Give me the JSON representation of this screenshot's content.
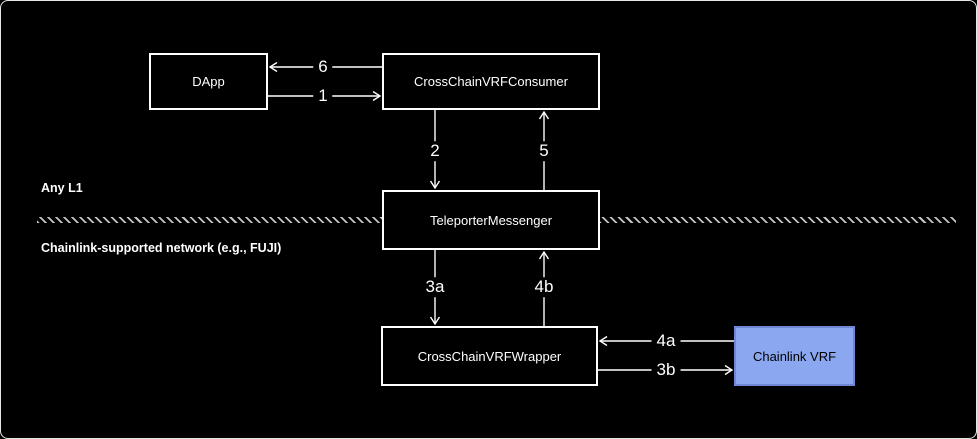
{
  "diagram": {
    "type": "flow-diagram",
    "background_color": "#000000",
    "line_color": "#ffffff",
    "accent_fill_color": "#8aa7f0",
    "nodes": [
      {
        "id": "dapp",
        "label": "DApp"
      },
      {
        "id": "consumer",
        "label": "CrossChainVRFConsumer"
      },
      {
        "id": "teleporter",
        "label": "TeleporterMessenger"
      },
      {
        "id": "wrapper",
        "label": "CrossChainVRFWrapper"
      },
      {
        "id": "chainlink-vrf",
        "label": "Chainlink VRF",
        "fill": "#8aa7f0"
      }
    ],
    "regions": [
      {
        "id": "top",
        "label": "Any L1"
      },
      {
        "id": "bottom",
        "label": "Chainlink-supported network (e.g., FUJI)"
      }
    ],
    "edges": [
      {
        "label": "6",
        "from": "CrossChainVRFConsumer",
        "to": "DApp",
        "direction": "left"
      },
      {
        "label": "1",
        "from": "DApp",
        "to": "CrossChainVRFConsumer",
        "direction": "right"
      },
      {
        "label": "2",
        "from": "CrossChainVRFConsumer",
        "to": "TeleporterMessenger",
        "direction": "down"
      },
      {
        "label": "5",
        "from": "TeleporterMessenger",
        "to": "CrossChainVRFConsumer",
        "direction": "up"
      },
      {
        "label": "3a",
        "from": "TeleporterMessenger",
        "to": "CrossChainVRFWrapper",
        "direction": "down"
      },
      {
        "label": "4b",
        "from": "CrossChainVRFWrapper",
        "to": "TeleporterMessenger",
        "direction": "up"
      },
      {
        "label": "4a",
        "from": "Chainlink VRF",
        "to": "CrossChainVRFWrapper",
        "direction": "left"
      },
      {
        "label": "3b",
        "from": "CrossChainVRFWrapper",
        "to": "Chainlink VRF",
        "direction": "right"
      }
    ]
  }
}
